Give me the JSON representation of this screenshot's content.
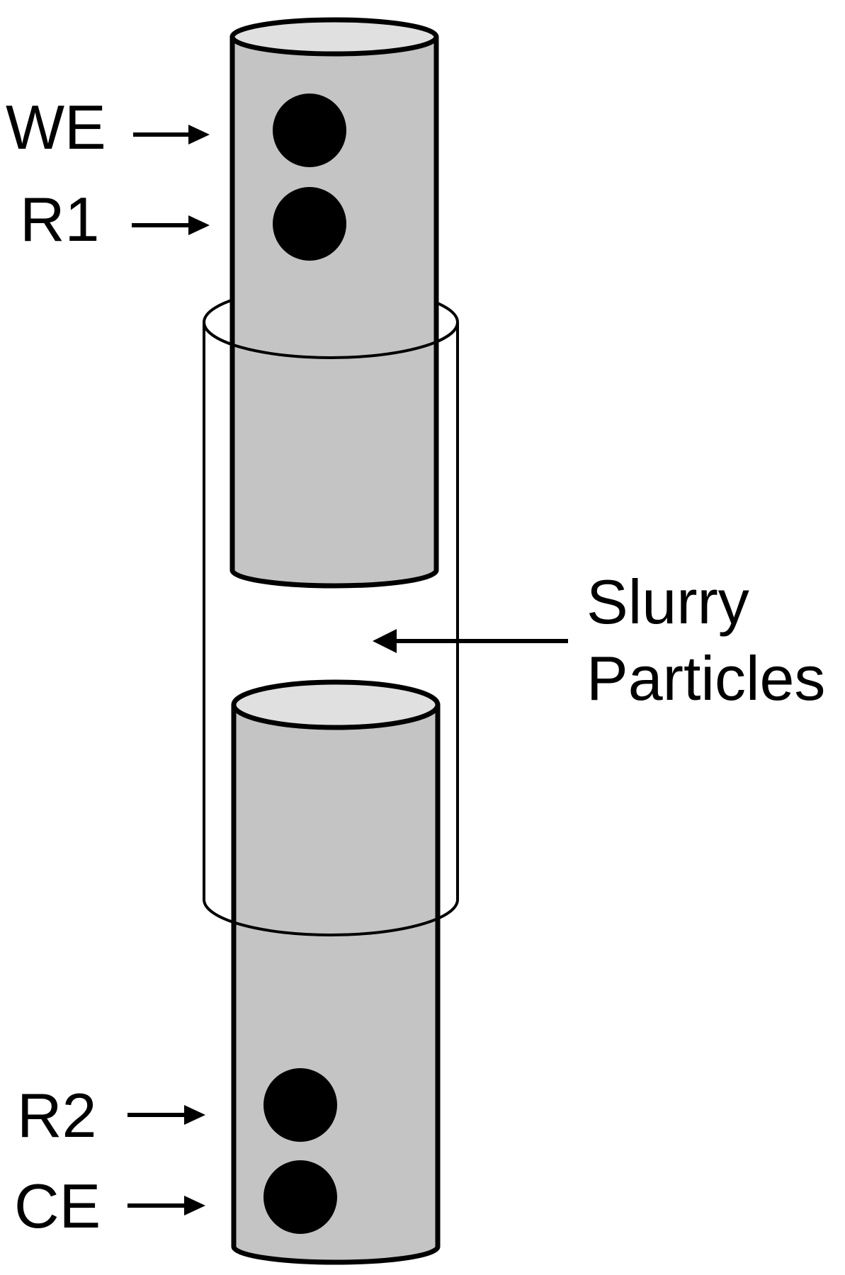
{
  "labels": {
    "we": "WE",
    "r1": "R1",
    "r2": "R2",
    "ce": "CE",
    "slurry_line1": "Slurry",
    "slurry_line2": "Particles"
  },
  "colors": {
    "cylinder_body": "#c4c4c4",
    "cylinder_top": "#e0e0e0",
    "sleeve": "#ffffff",
    "electrode": "#000000",
    "outline": "#000000"
  }
}
